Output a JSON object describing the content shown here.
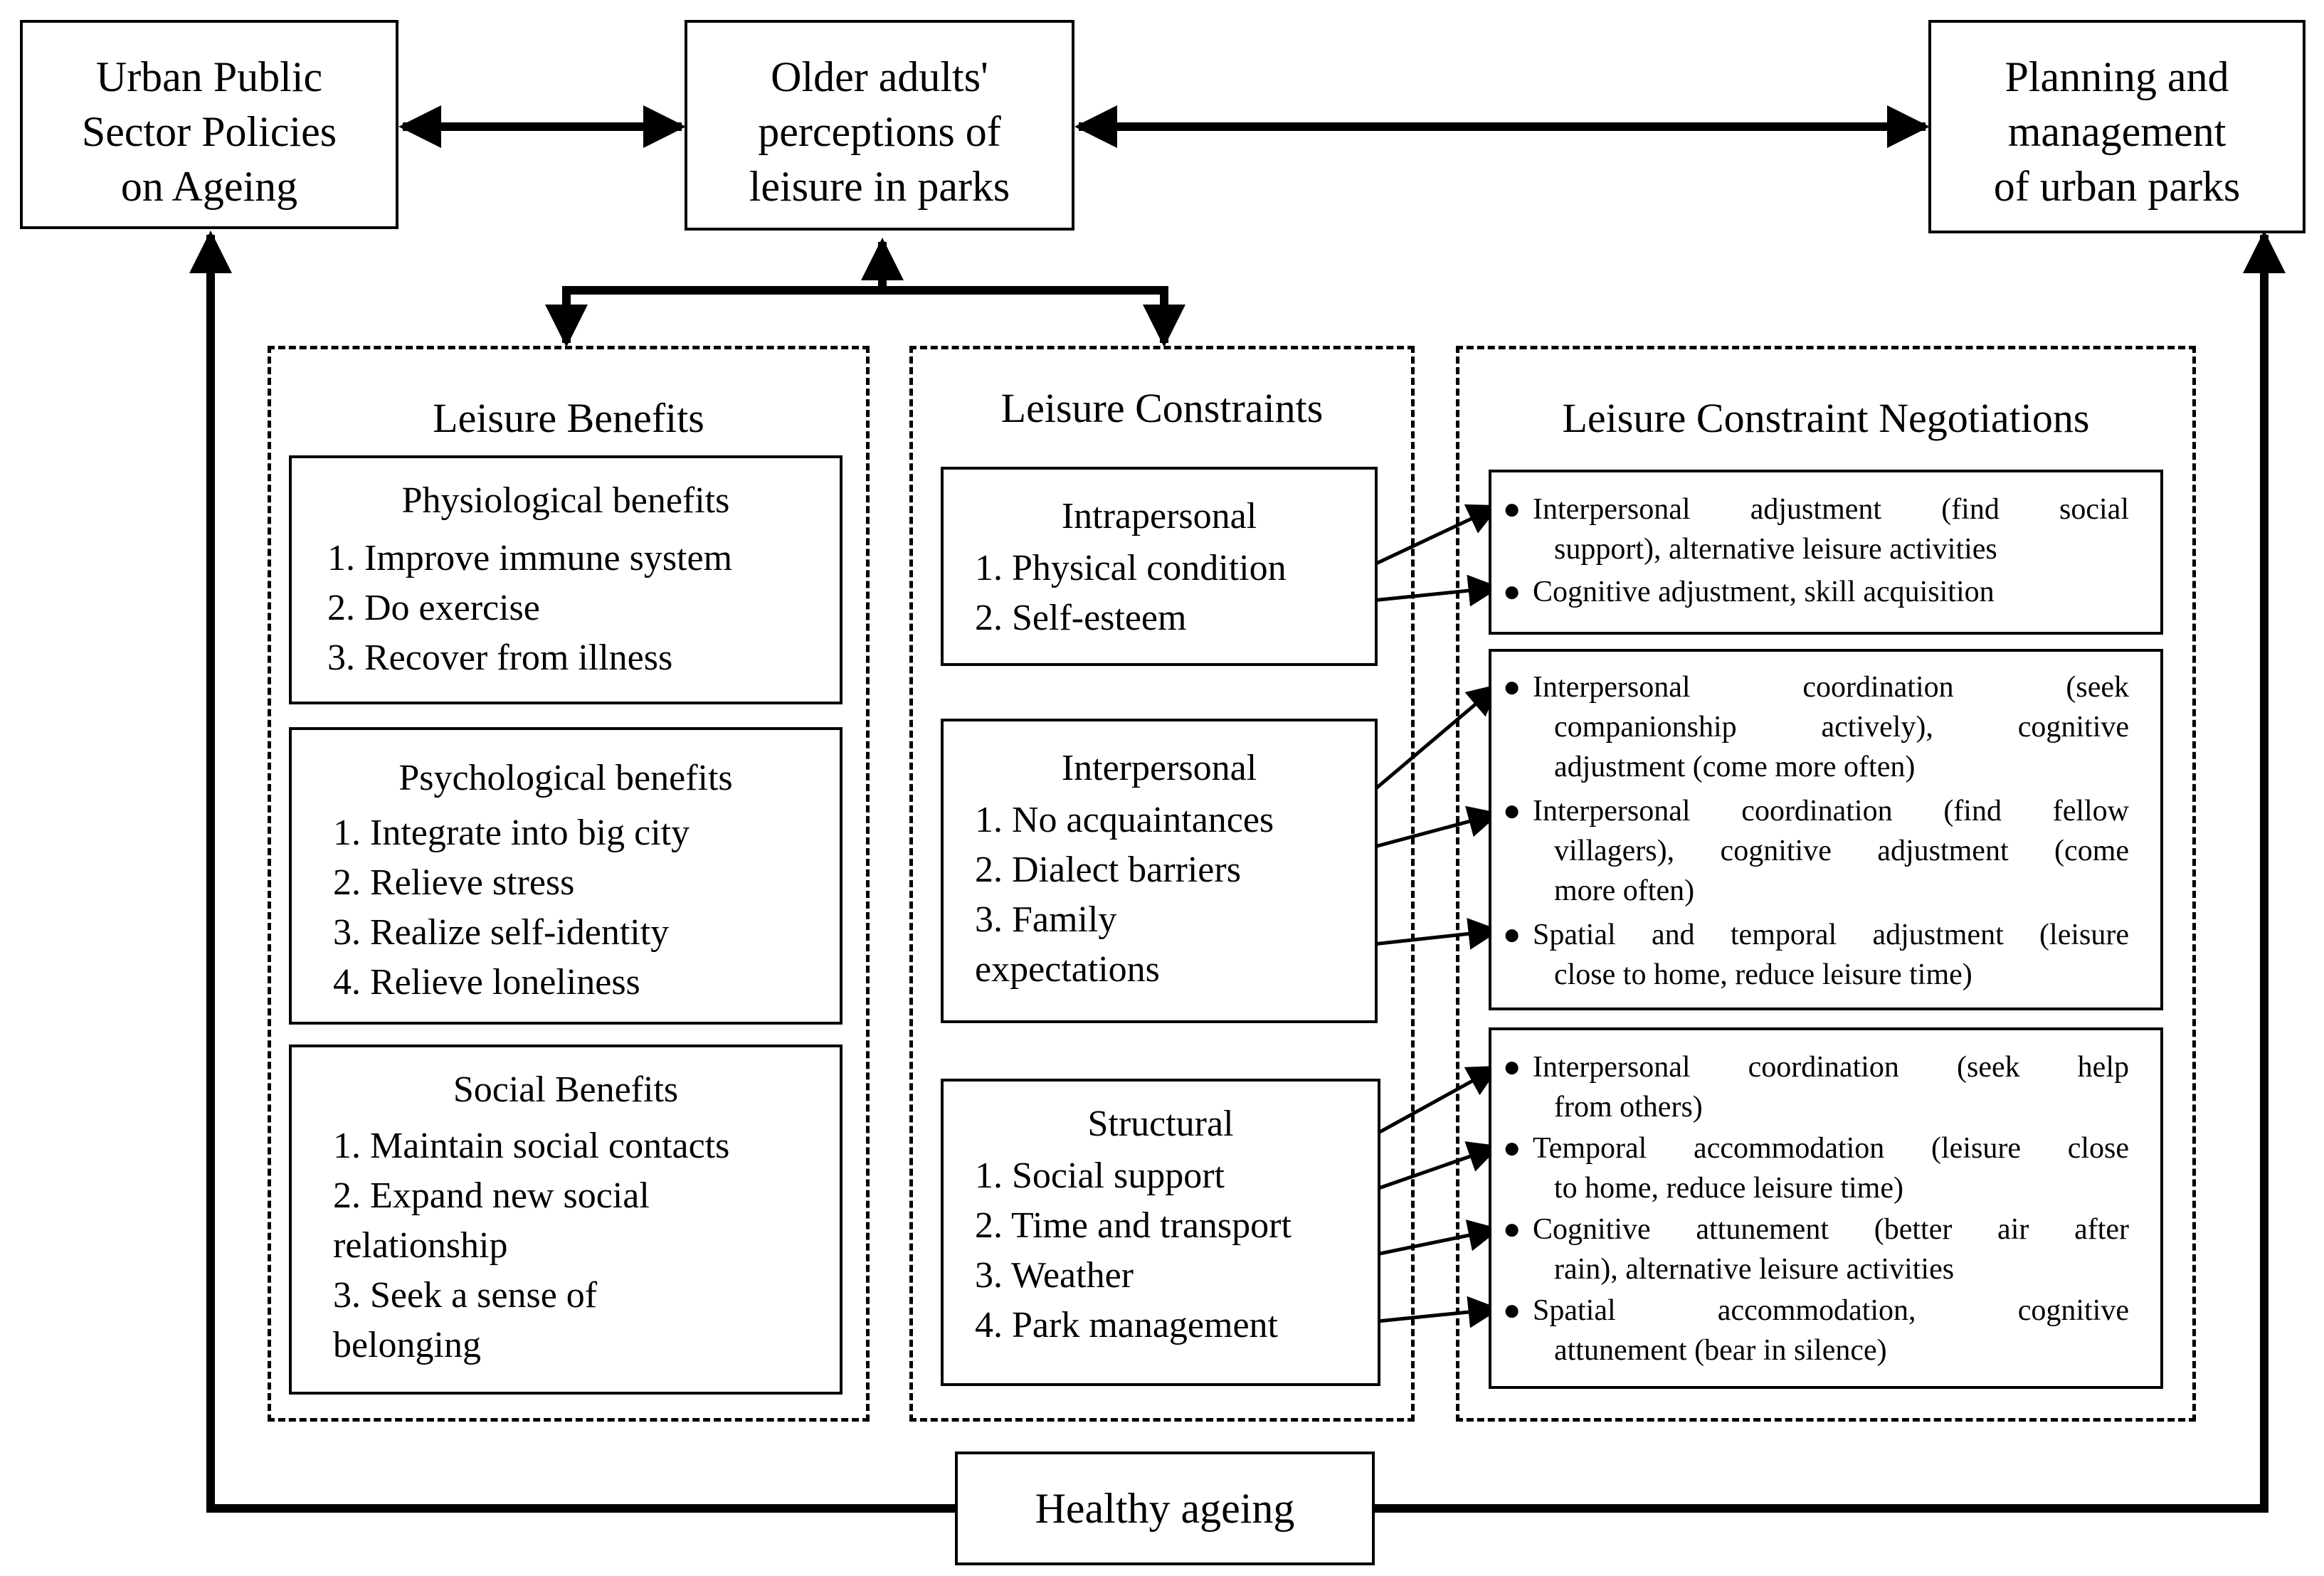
{
  "top_boxes": {
    "policies": [
      "Urban Public",
      "Sector Policies",
      "on Ageing"
    ],
    "perceptions": [
      "Older adults'",
      "perceptions of",
      "leisure in parks"
    ],
    "planning": [
      "Planning and",
      "management",
      "of urban parks"
    ]
  },
  "healthy_ageing": "Healthy ageing",
  "benefits": {
    "title": "Leisure Benefits",
    "physiological": {
      "title": "Physiological benefits",
      "items": [
        "1. Improve immune system",
        "2. Do exercise",
        "3. Recover from illness"
      ]
    },
    "psychological": {
      "title": "Psychological benefits",
      "items": [
        "1. Integrate into big city",
        "2. Relieve stress",
        "3. Realize self-identity",
        "4. Relieve loneliness"
      ]
    },
    "social": {
      "title": "Social Benefits",
      "items": [
        "1. Maintain social contacts",
        "2. Expand new social",
        "relationship",
        "3. Seek a sense of",
        "belonging"
      ]
    }
  },
  "constraints": {
    "title": "Leisure Constraints",
    "intrapersonal": {
      "title": "Intrapersonal",
      "items": [
        "1. Physical condition",
        "2. Self-esteem"
      ]
    },
    "interpersonal": {
      "title": "Interpersonal",
      "items": [
        "1. No acquaintances",
        "2. Dialect barriers",
        "3. Family",
        "expectations"
      ]
    },
    "structural": {
      "title": "Structural",
      "items": [
        "1. Social support",
        "2. Time and transport",
        "3. Weather",
        "4. Park management"
      ]
    }
  },
  "negotiations": {
    "title": "Leisure Constraint Negotiations",
    "group1": [
      [
        "Interpersonal adjustment (find social",
        "support), alternative leisure activities"
      ],
      [
        "Cognitive adjustment, skill acquisition"
      ]
    ],
    "group2": [
      [
        "Interpersonal coordination (seek",
        "companionship actively), cognitive",
        "adjustment (come more often)"
      ],
      [
        "Interpersonal coordination (find fellow",
        "villagers), cognitive adjustment (come",
        "more often)"
      ],
      [
        "Spatial and temporal adjustment (leisure",
        "close to home, reduce leisure time)"
      ]
    ],
    "group3": [
      [
        "Interpersonal coordination (seek help",
        "from others)"
      ],
      [
        "Temporal accommodation (leisure close",
        "to home, reduce leisure time)"
      ],
      [
        "Cognitive attunement (better air after",
        "rain), alternative leisure activities"
      ],
      [
        "Spatial accommodation, cognitive",
        "attunement (bear in silence)"
      ]
    ]
  }
}
